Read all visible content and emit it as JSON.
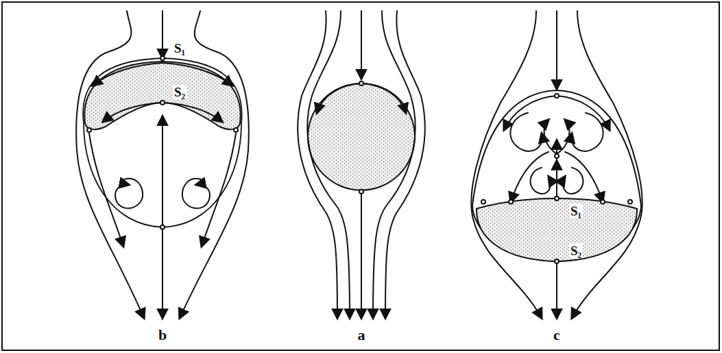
{
  "diagram": {
    "labels": [
      "S₁",
      "S₂",
      "b",
      "a",
      "c",
      "S₁",
      "S₂"
    ]
  }
}
